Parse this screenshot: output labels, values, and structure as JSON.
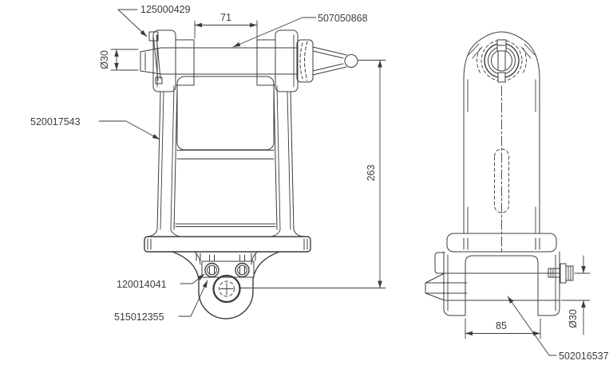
{
  "colors": {
    "line": "#3c3c3c",
    "text": "#3c3c3c",
    "background": "#ffffff"
  },
  "labels": {
    "cotter_pin": "125000429",
    "top_pin": "507050868",
    "yoke_body": "520017543",
    "clamp_bolt": "120014041",
    "clamp_plate": "515012355",
    "clevis_pin": "502016537"
  },
  "dimensions": {
    "pin_span": "71",
    "top_pin_diameter": "Ø30",
    "overall_height": "263",
    "fork_inner_width": "85",
    "clevis_pin_diameter": "Ø30"
  }
}
